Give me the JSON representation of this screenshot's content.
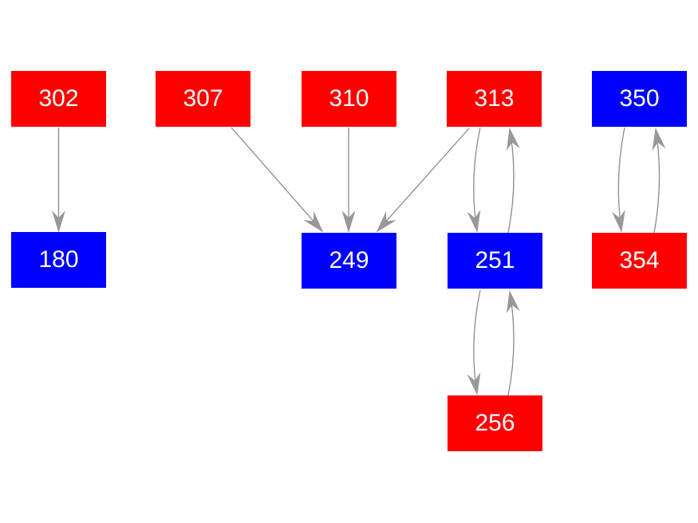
{
  "diagram": {
    "background_color": "#ffffff",
    "text_color": "#ffffff",
    "edge_color": "#8a8a8a",
    "arrowhead_color": "#989898",
    "node_colors": {
      "red": "#ff0000",
      "blue": "#0000ff"
    },
    "nodes": [
      {
        "id": "302",
        "label": "302",
        "color": "#ff0000",
        "color_name": "red"
      },
      {
        "id": "307",
        "label": "307",
        "color": "#ff0000",
        "color_name": "red"
      },
      {
        "id": "310",
        "label": "310",
        "color": "#ff0000",
        "color_name": "red"
      },
      {
        "id": "313",
        "label": "313",
        "color": "#ff0000",
        "color_name": "red"
      },
      {
        "id": "350",
        "label": "350",
        "color": "#0000ff",
        "color_name": "blue"
      },
      {
        "id": "180",
        "label": "180",
        "color": "#0000ff",
        "color_name": "blue"
      },
      {
        "id": "249",
        "label": "249",
        "color": "#0000ff",
        "color_name": "blue"
      },
      {
        "id": "251",
        "label": "251",
        "color": "#0000ff",
        "color_name": "blue"
      },
      {
        "id": "354",
        "label": "354",
        "color": "#ff0000",
        "color_name": "red"
      },
      {
        "id": "256",
        "label": "256",
        "color": "#ff0000",
        "color_name": "red"
      }
    ],
    "edges": [
      {
        "from": "302",
        "to": "180",
        "shape": "straight"
      },
      {
        "from": "307",
        "to": "249",
        "shape": "straight"
      },
      {
        "from": "310",
        "to": "249",
        "shape": "straight"
      },
      {
        "from": "313",
        "to": "249",
        "shape": "straight"
      },
      {
        "from": "313",
        "to": "251",
        "shape": "curved"
      },
      {
        "from": "251",
        "to": "313",
        "shape": "curved"
      },
      {
        "from": "251",
        "to": "256",
        "shape": "curved"
      },
      {
        "from": "256",
        "to": "251",
        "shape": "curved"
      },
      {
        "from": "350",
        "to": "354",
        "shape": "curved"
      },
      {
        "from": "354",
        "to": "350",
        "shape": "curved"
      }
    ]
  }
}
